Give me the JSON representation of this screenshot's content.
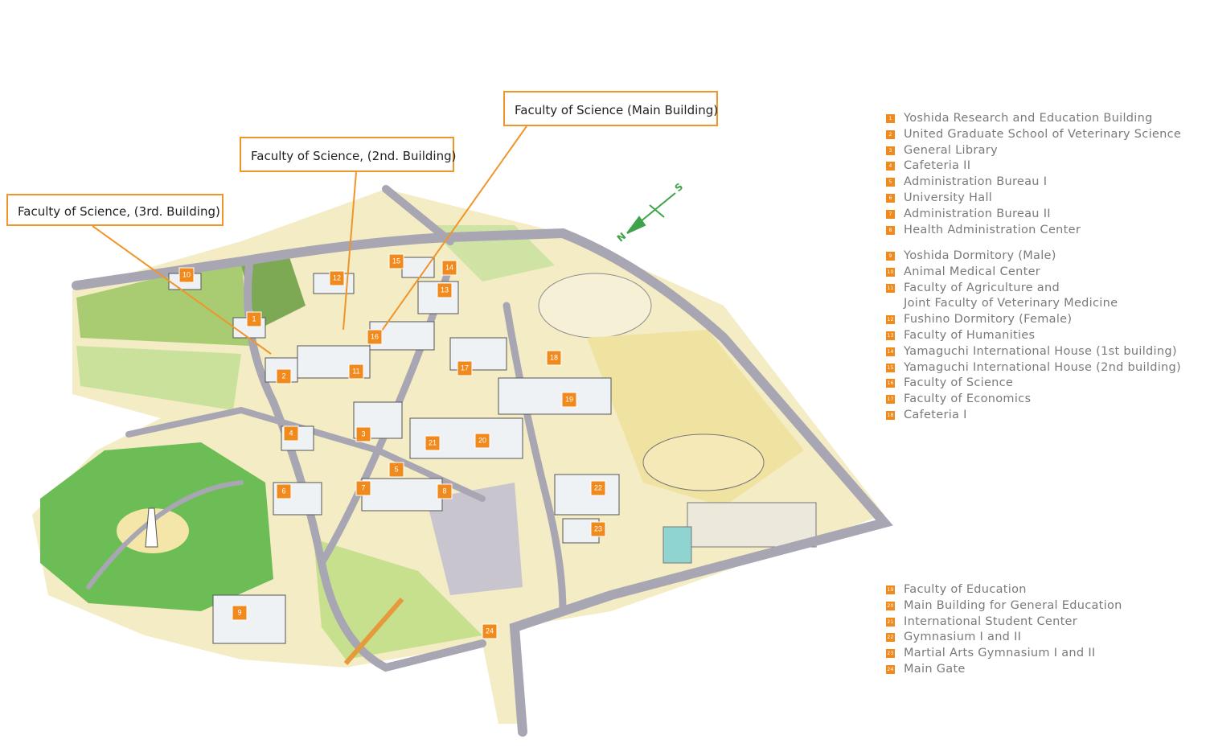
{
  "callouts": [
    {
      "label": "Faculty of Science, (3rd. Building)"
    },
    {
      "label": "Faculty of Science, (2nd. Building)"
    },
    {
      "label": "Faculty of Science (Main Building)"
    }
  ],
  "compass": {
    "north": "N",
    "south": "S"
  },
  "markers": [
    "1",
    "2",
    "3",
    "4",
    "5",
    "6",
    "7",
    "8",
    "9",
    "10",
    "11",
    "12",
    "13",
    "14",
    "15",
    "16",
    "17",
    "18",
    "19",
    "20",
    "21",
    "22",
    "23",
    "24"
  ],
  "legend": {
    "group1": [
      {
        "num": "1",
        "label": "Yoshida Research and Education Building"
      },
      {
        "num": "2",
        "label": "United Graduate School of Veterinary Science"
      },
      {
        "num": "3",
        "label": "General Library"
      },
      {
        "num": "4",
        "label": "Cafeteria II"
      },
      {
        "num": "5",
        "label": "Administration Bureau I"
      },
      {
        "num": "6",
        "label": "University Hall"
      },
      {
        "num": "7",
        "label": "Administration Bureau II"
      },
      {
        "num": "8",
        "label": "Health Administration Center"
      }
    ],
    "group2": [
      {
        "num": "9",
        "label": "Yoshida Dormitory (Male)"
      },
      {
        "num": "10",
        "label": "Animal Medical Center"
      },
      {
        "num": "11",
        "label": "Faculty of Agriculture and",
        "label2": "Joint Faculty of Veterinary Medicine"
      },
      {
        "num": "12",
        "label": "Fushino Dormitory (Female)"
      },
      {
        "num": "13",
        "label": "Faculty of Humanities"
      },
      {
        "num": "14",
        "label": "Yamaguchi International House (1st building)"
      },
      {
        "num": "15",
        "label": "Yamaguchi International House (2nd building)"
      },
      {
        "num": "16",
        "label": "Faculty of Science"
      },
      {
        "num": "17",
        "label": "Faculty of Economics"
      },
      {
        "num": "18",
        "label": "Cafeteria I"
      }
    ],
    "group3": [
      {
        "num": "19",
        "label": "Faculty of Education"
      },
      {
        "num": "20",
        "label": "Main Building for General Education"
      },
      {
        "num": "21",
        "label": "International Student Center"
      },
      {
        "num": "22",
        "label": "Gymnasium I and II"
      },
      {
        "num": "23",
        "label": "Martial Arts Gymnasium I and II"
      },
      {
        "num": "24",
        "label": "Main Gate"
      }
    ]
  },
  "colors": {
    "accent": "#f08a1c",
    "road": "#a9a6b3",
    "grass": "#b9d77a",
    "field": "#f3e6b0",
    "forest": "#5fae4a"
  }
}
